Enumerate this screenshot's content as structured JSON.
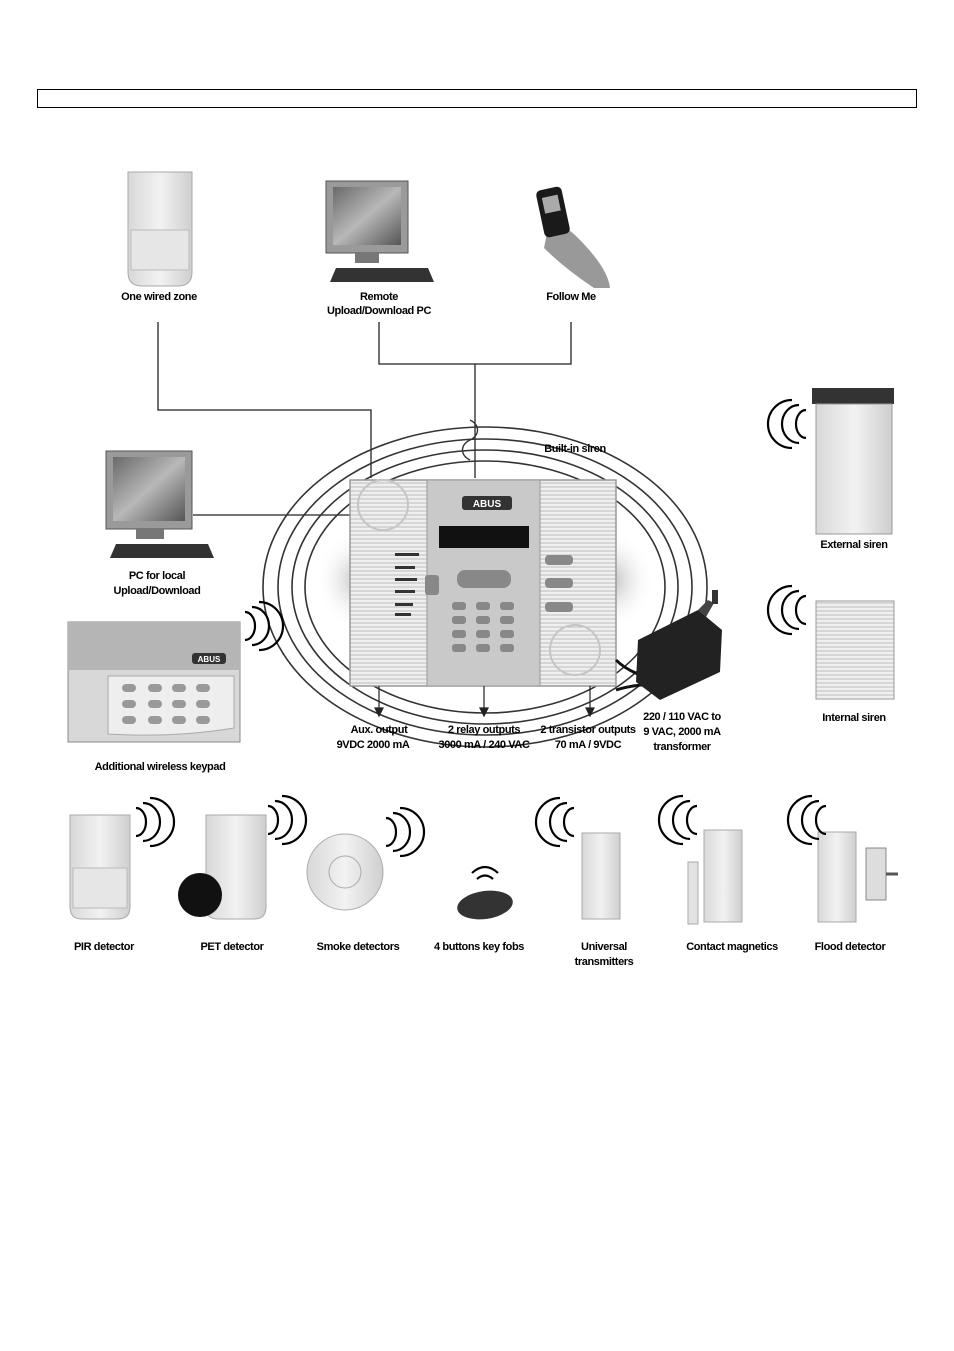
{
  "header_box_text": "",
  "devices": {
    "wired_zone": {
      "label": [
        "One wired zone"
      ]
    },
    "remote_pc": {
      "label": [
        "Remote",
        "Upload/Download PC"
      ]
    },
    "follow_me": {
      "label": [
        "Follow Me"
      ]
    },
    "local_pc": {
      "label": [
        "PC for local",
        "Upload/Download"
      ]
    },
    "wireless_keypad": {
      "label": [
        "Additional wireless keypad"
      ],
      "brand": "ABUS"
    },
    "external_siren": {
      "label": [
        "External siren"
      ]
    },
    "internal_siren": {
      "label": [
        "Internal siren"
      ]
    },
    "builtin_siren": {
      "label": [
        "Built-in siren"
      ]
    },
    "control_panel": {
      "brand": "ABUS"
    },
    "transformer": {
      "label": [
        "220 / 110 VAC to",
        "9 VAC, 2000 mA",
        "transformer"
      ]
    }
  },
  "outputs": {
    "aux": [
      "Aux. output",
      "9VDC 2000 mA"
    ],
    "relay": [
      "2 relay outputs",
      "3000 mA / 240 VAC"
    ],
    "transistor": [
      "2 transistor outputs",
      "70 mA / 9VDC"
    ]
  },
  "wireless_devices": [
    {
      "id": "pir",
      "label": [
        "PIR detector"
      ]
    },
    {
      "id": "pet",
      "label": [
        "PET detector"
      ]
    },
    {
      "id": "smoke",
      "label": [
        "Smoke detectors"
      ]
    },
    {
      "id": "keyfob",
      "label": [
        "4 buttons key fobs"
      ]
    },
    {
      "id": "universal",
      "label": [
        "Universal",
        "transmitters"
      ]
    },
    {
      "id": "contact",
      "label": [
        "Contact magnetics"
      ]
    },
    {
      "id": "flood",
      "label": [
        "Flood detector"
      ]
    }
  ]
}
